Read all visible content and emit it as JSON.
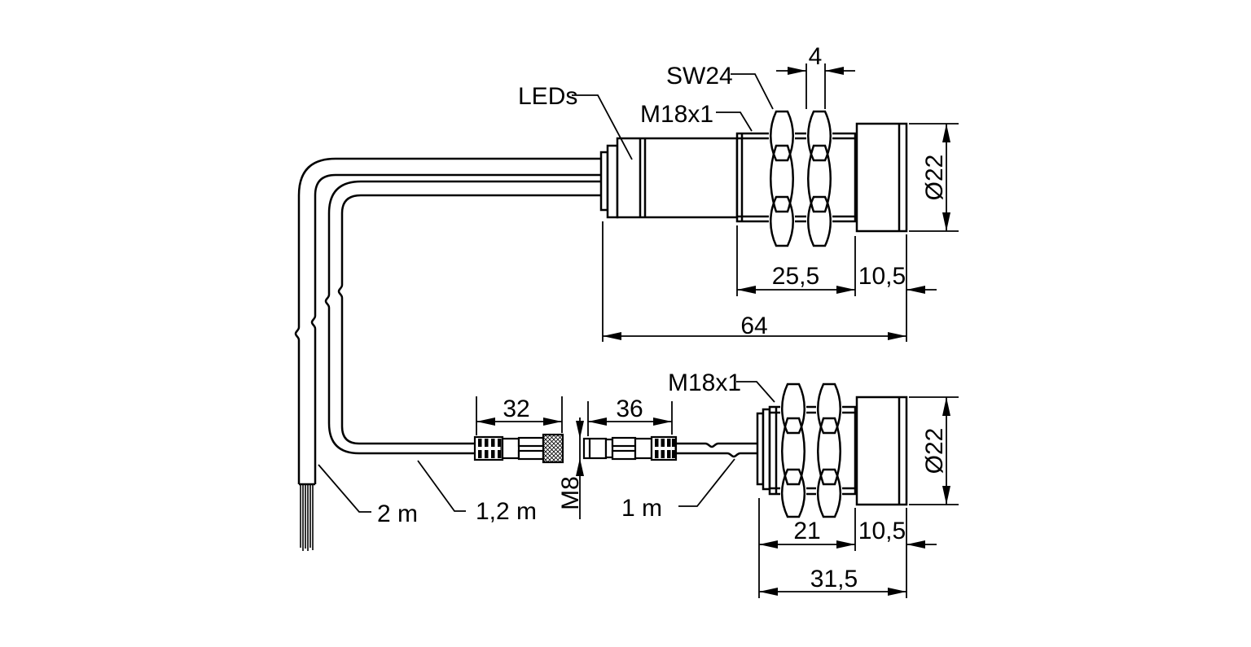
{
  "drawing": {
    "kind": "sensor-dimension-drawing",
    "views": [
      "sensor with cable outlet",
      "sensor with M8 connector cable"
    ]
  },
  "labels": {
    "leds": "LEDs",
    "sw24": "SW24",
    "thread_top": "M18x1",
    "thread_bottom": "M18x1",
    "m8": "M8"
  },
  "dims": {
    "top": {
      "nut": "4",
      "thread": "25,5",
      "head": "10,5",
      "total": "64",
      "dia": "Ø22"
    },
    "bottom": {
      "thread": "21",
      "head": "10,5",
      "total": "31,5",
      "dia": "Ø22"
    },
    "conn": {
      "female": "32",
      "male": "36"
    }
  },
  "cables": {
    "wires": "2 m",
    "female": "1,2 m",
    "male": "1 m"
  },
  "colors": {
    "line": "#000000",
    "bg": "#ffffff"
  }
}
